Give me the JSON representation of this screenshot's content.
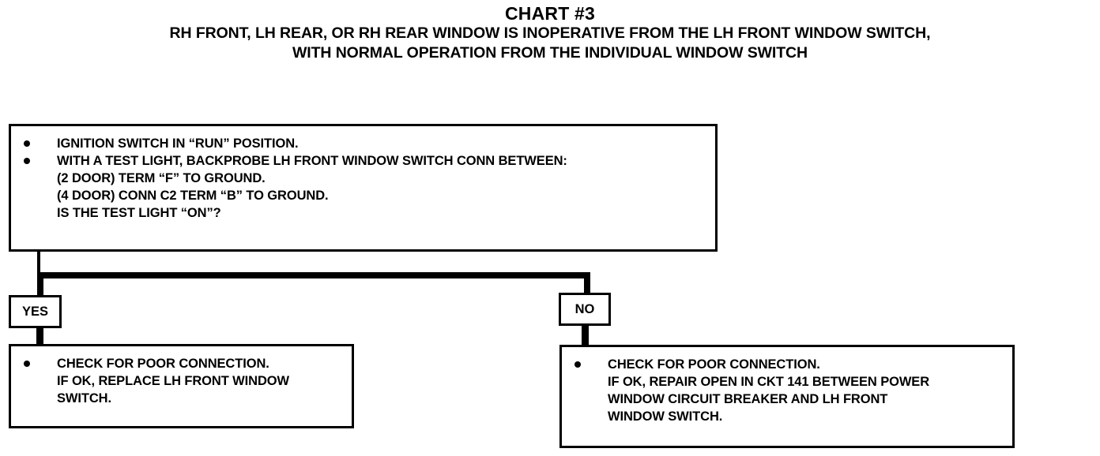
{
  "title": {
    "main": "CHART #3",
    "sub_line1": "RH FRONT, LH REAR, OR RH REAR WINDOW IS INOPERATIVE FROM THE LH FRONT WINDOW SWITCH,",
    "sub_line2": "WITH NORMAL OPERATION FROM THE INDIVIDUAL WINDOW SWITCH"
  },
  "top_box": {
    "bullet1": "IGNITION SWITCH IN “RUN” POSITION.",
    "bullet2": "WITH A TEST LIGHT, BACKPROBE LH FRONT WINDOW SWITCH CONN BETWEEN:",
    "cont1": "(2 DOOR) TERM “F” TO GROUND.",
    "cont2": "(4 DOOR) CONN C2 TERM “B” TO GROUND.",
    "cont3": "IS THE TEST LIGHT “ON”?"
  },
  "branches": {
    "yes_label": "YES",
    "no_label": "NO"
  },
  "bottom_left_box": {
    "bullet1": "CHECK FOR POOR CONNECTION.",
    "cont1": "IF OK, REPLACE LH FRONT WINDOW",
    "cont2": "SWITCH."
  },
  "bottom_right_box": {
    "bullet1": "CHECK FOR POOR CONNECTION.",
    "cont1": "IF OK, REPAIR OPEN IN CKT 141 BETWEEN POWER",
    "cont2": "WINDOW CIRCUIT BREAKER AND LH FRONT",
    "cont3": "WINDOW SWITCH."
  },
  "colors": {
    "ink": "#000000",
    "paper": "#ffffff"
  }
}
